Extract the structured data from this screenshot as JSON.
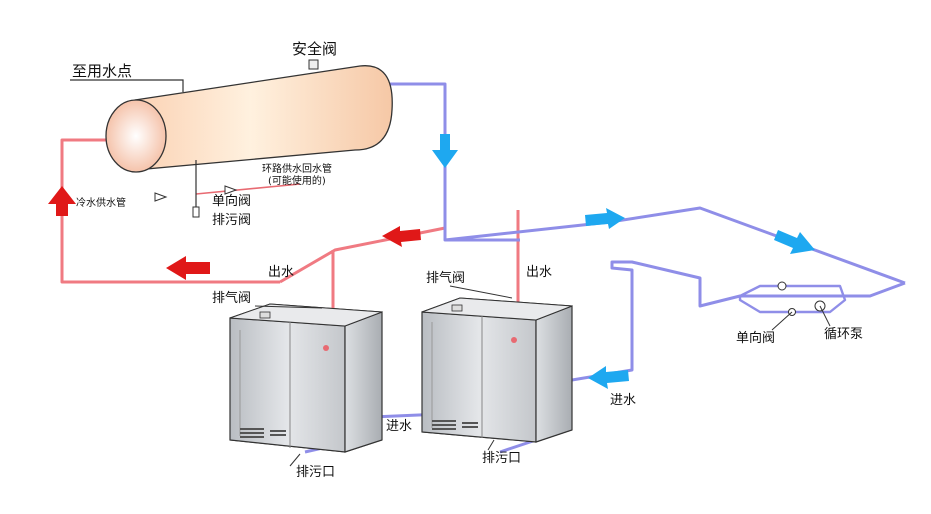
{
  "labels": {
    "to_use_point": "至用水点",
    "safety_valve": "安全阀",
    "cold_supply": "冷水供水管",
    "check_valve_top": "单向阀",
    "drain_valve": "排污阀",
    "loop_line1": "环路供水回水管",
    "loop_line2": "(可能使用的)",
    "outlet_left": "出水",
    "outlet_right": "出水",
    "air_vent_left": "排气阀",
    "air_vent_right": "排气阀",
    "inlet_right": "进水",
    "inlet_middle": "进水",
    "drain_port_left": "排污口",
    "drain_port_right": "排污口",
    "check_valve_loop": "单向阀",
    "circ_pump": "循环泵"
  },
  "colors": {
    "hot_pipe": "#f07a82",
    "cold_pipe": "#8f8ee8",
    "hot_arrow": "#e01818",
    "cold_arrow": "#1ea8f0",
    "tank_warm": "#fbd9bf",
    "tank_light": "#fff3e6",
    "unit_body": "#cfd2d6"
  },
  "icons": {
    "flow_arrow_hot": "red-arrow",
    "flow_arrow_cold": "blue-arrow"
  }
}
